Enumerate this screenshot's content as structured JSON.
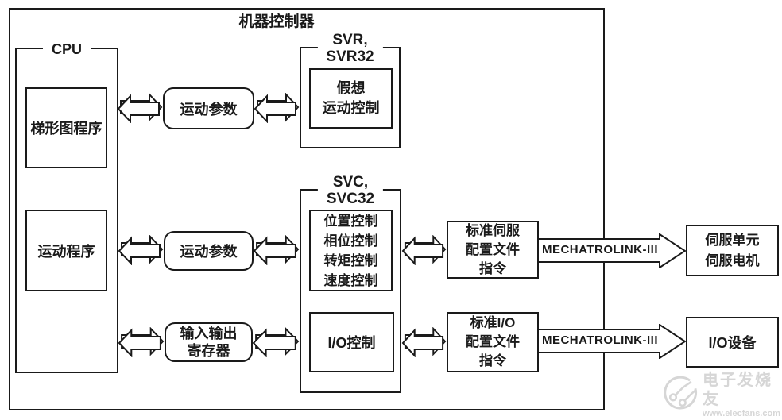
{
  "colors": {
    "line": "#1a1a1a",
    "background": "#ffffff",
    "watermark": "#d6d6d6"
  },
  "controller": {
    "title": "机器控制器"
  },
  "cpu": {
    "label": "CPU",
    "ladder_program": "梯形图程序",
    "motion_program": "运动程序"
  },
  "registers": {
    "motion_params_top": "运动参数",
    "motion_params_mid": "运动参数",
    "io_register": "输入输出\n寄存器"
  },
  "svr": {
    "label": "SVR,\nSVR32",
    "virtual_motion": "假想\n运动控制"
  },
  "svc": {
    "label": "SVC,\nSVC32",
    "motion_control": "位置控制\n相位控制\n转矩控制\n速度控制",
    "io_control": "I/O控制"
  },
  "profiles": {
    "servo_profile": "标准伺服\n配置文件\n指令",
    "io_profile": "标准I/O\n配置文件\n指令"
  },
  "network": {
    "servo_link": "MECHATROLINK-III",
    "io_link": "MECHATROLINK-III"
  },
  "devices": {
    "servo_unit": "伺服单元\n伺服电机",
    "io_device": "I/O设备"
  },
  "watermark": {
    "brand": "电子发烧友",
    "site": "www.elecfans.com"
  }
}
